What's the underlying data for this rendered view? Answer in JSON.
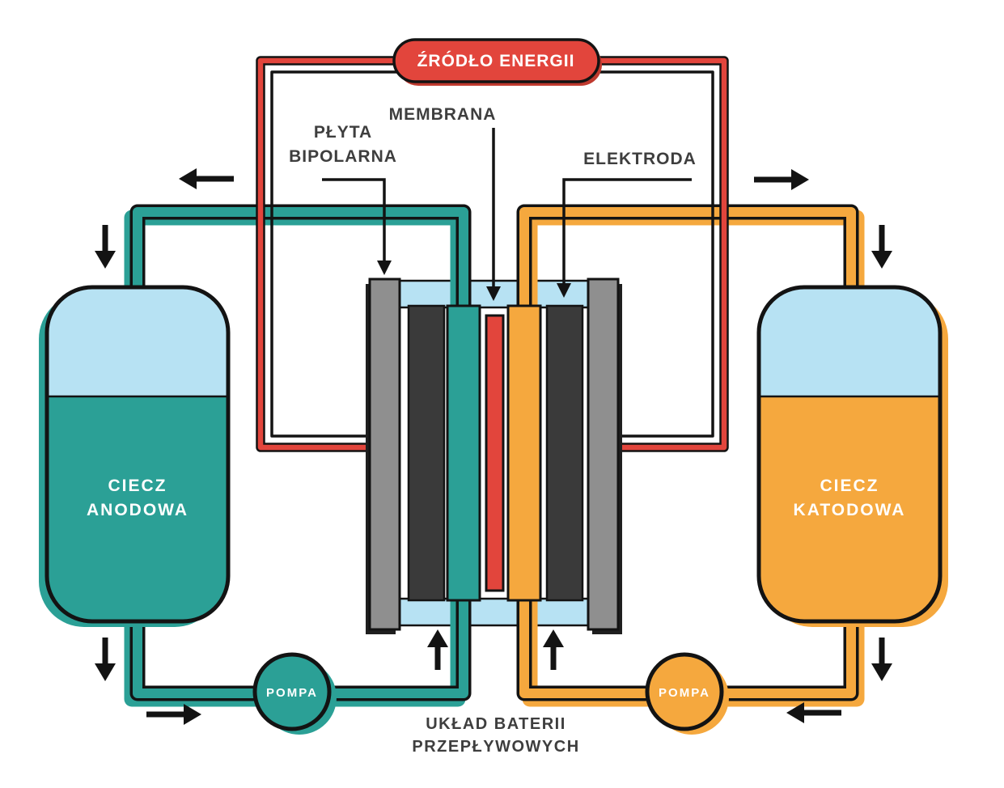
{
  "colors": {
    "red": "#E2453C",
    "red_shadow": "#BF3A2F",
    "teal": "#2BA096",
    "orange": "#F5A83E",
    "light_blue": "#B7E2F3",
    "gray_plate": "#8F8F8F",
    "electrode_dark": "#3A3A3A",
    "ink": "#131313",
    "label_text": "#3E3E3E"
  },
  "energy_source": {
    "label": "ŹRÓDŁO ENERGII"
  },
  "component_labels": {
    "membrane": "MEMBRANA",
    "bipolar_plate_line1": "PŁYTA",
    "bipolar_plate_line2": "BIPOLARNA",
    "electrode": "ELEKTRODA"
  },
  "tanks": {
    "anolyte": {
      "line1": "CIECZ",
      "line2": "ANODOWA"
    },
    "catholyte": {
      "line1": "CIECZ",
      "line2": "KATODOWA"
    }
  },
  "pumps": {
    "left": "POMPA",
    "right": "POMPA"
  },
  "caption": {
    "line1": "UKŁAD BATERII",
    "line2": "PRZEPŁYWOWYCH"
  }
}
